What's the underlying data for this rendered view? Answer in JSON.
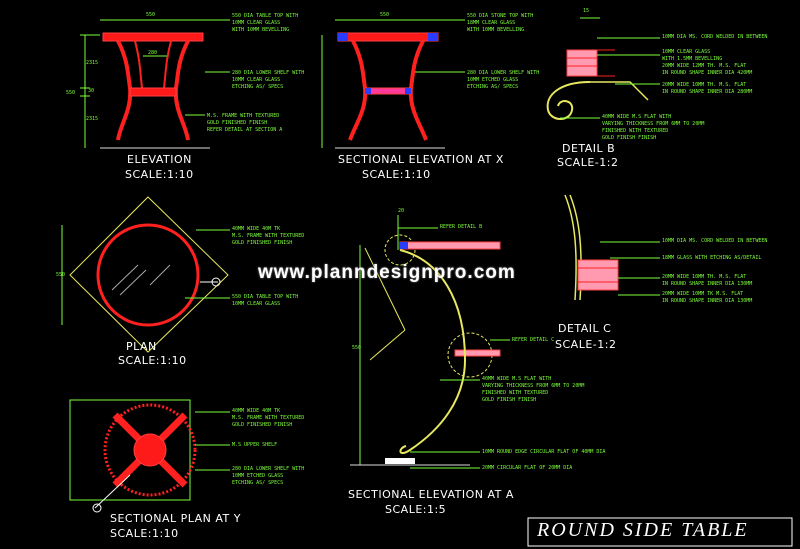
{
  "views": {
    "elevation": {
      "title": "ELEVATION",
      "scale": "SCALE:1:10"
    },
    "sectional_x": {
      "title": "SECTIONAL ELEVATION AT X",
      "scale": "SCALE:1:10"
    },
    "detail_b": {
      "title": "DETAIL B",
      "scale": "SCALE-1:2"
    },
    "plan": {
      "title": "PLAN",
      "scale": "SCALE:1:10"
    },
    "sectional_a": {
      "title": "SECTIONAL ELEVATION AT A",
      "scale": "SCALE:1:5"
    },
    "detail_c": {
      "title": "DETAIL C",
      "scale": "SCALE-1:2"
    },
    "sectional_plan_y": {
      "title": "SECTIONAL PLAN AT Y",
      "scale": "SCALE:1:10"
    }
  },
  "watermark": "www.planndesignpro.com",
  "sheet_title": "ROUND SIDE TABLE",
  "dims": {
    "top_width": "550",
    "top_width2": "550",
    "shelf_width": "280",
    "height_total": "550",
    "height_upper": "2315",
    "height_lower": "2315",
    "gap": "30",
    "detail_b_w": "15",
    "detail_a_top": "20",
    "plan_dia": "550",
    "sec_a_h": "550"
  },
  "notes": {
    "elev_top": "550 DIA TABLE TOP WITH\n10MM CLEAR GLASS\nWITH 10MM BEVELLING",
    "elev_shelf": "280 DIA LOWER SHELF WITH\n10MM CLEAR GLASS\nETCHING AS/ SPECS",
    "elev_frame": "M.S. FRAME WITH TEXTURED\nGOLD FINISHED FINISH\nREFER DETAIL AT SECTION A",
    "secx_top": "550 DIA STONE TOP WITH\n18MM CLEAR GLASS\nWITH 10MM BEVELLING",
    "secx_shelf": "280 DIA LOWER SHELF WITH\n10MM ETCHED GLASS\nETCHING AS/ SPECS",
    "detb_1": "10MM DIA MS. CORD WELDED IN BETWEEN",
    "detb_2": "10MM CLEAR GLASS\nWITH 1.5MM BEVELLING\n20MM WIDE 12MM TH. M.S. FLAT\nIN ROUND SHAPE INNER DIA 420MM",
    "detb_3": "20MM WIDE 10MM TH. M.S. FLAT\nIN ROUND SHAPE INNER DIA 280MM",
    "detb_4": "40MM WIDE M.S FLAT WITH\nVARYING THICKNESS FROM 6MM TO 20MM\nFINISHED WITH TEXTURED\nGOLD FINISH FINISH",
    "plan_1": "40MM WIDE 40M TK\nM.S. FRAME WITH TEXTURED\nGOLD FINISHED FINISH",
    "plan_2": "550 DIA TABLE TOP WITH\n10MM CLEAR GLASS",
    "seca_ref_b": "REFER DETAIL B",
    "seca_ref_c": "REFER DETAIL C",
    "seca_flat": "40MM WIDE M.S FLAT WITH\nVARYING THICKNESS FROM 6MM TO 20MM\nFINISHED WITH TEXTURED\nGOLD FINISH FINISH",
    "seca_base1": "10MM ROUND EDGE CIRCULAR FLAT OF 40MM DIA",
    "seca_base2": "20MM CIRCULAR FLAT OF 20MM DIA",
    "detc_1": "10MM DIA MS. CORD WELDED IN BETWEEN",
    "detc_2": "18MM GLASS WITH ETCHING AS/DETAIL",
    "detc_3": "20MM WIDE 10MM TH. M.S. FLAT\nIN ROUND SHAPE INNER DIA 130MM",
    "detc_4": "20MM WIDE 10MM TK M.S. FLAT\nIN ROUND SHAPE INNER DIA 130MM",
    "secy_1": "40MM WIDE 40M TK\nM.S. FRAME WITH TEXTURED\nGOLD FINISHED FINISH",
    "secy_2": "M.S UPPER SHELF",
    "secy_3": "280 DIA LOWER SHELF WITH\n10MM ETCHED GLASS\nETCHING AS/ SPECS"
  }
}
